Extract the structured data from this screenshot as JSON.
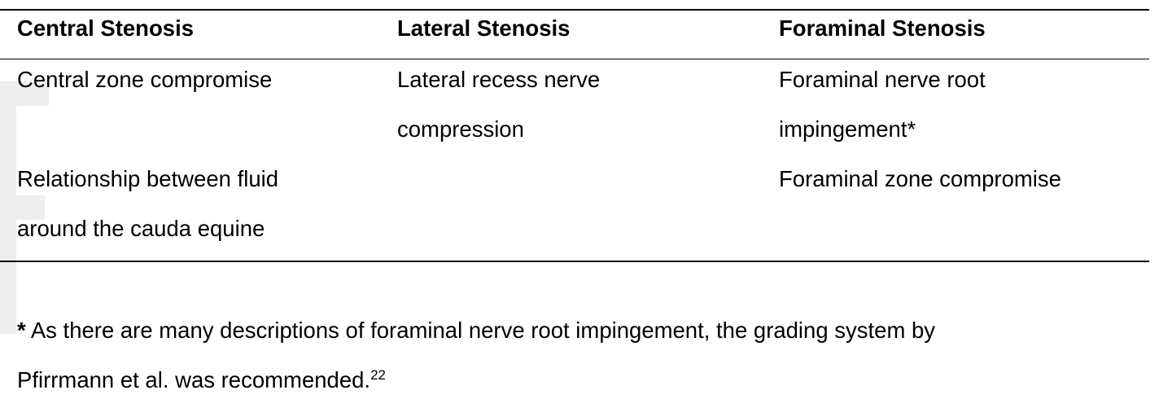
{
  "table": {
    "headers": [
      "Central Stenosis",
      "Lateral Stenosis",
      "Foraminal Stenosis"
    ],
    "rows": [
      {
        "central": [
          "Central zone compromise"
        ],
        "lateral": [
          "Lateral recess nerve",
          "compression"
        ],
        "foraminal": [
          "Foraminal nerve root",
          "impingement*"
        ]
      },
      {
        "central": [
          "Relationship between fluid",
          "around the cauda equine"
        ],
        "lateral": [],
        "foraminal": [
          "Foraminal zone compromise"
        ]
      }
    ]
  },
  "footnote": {
    "marker": "*",
    "line1": " As there are many descriptions of foraminal nerve root impingement, the grading system by",
    "line2": "Pfirrmann et al. was recommended.",
    "ref": "22"
  }
}
